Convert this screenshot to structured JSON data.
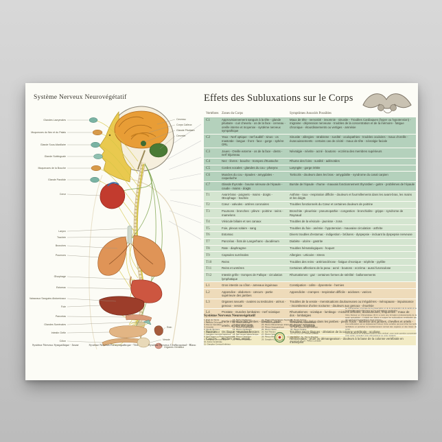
{
  "poster": {
    "left_title": "Système Nerveux Neurovégétatif",
    "right_title": "Effets des Subluxations sur le Corps",
    "table": {
      "headers": [
        "Vertèbres",
        "Zones du Corps",
        "Symptômes Associés Possibles"
      ],
      "rows": [
        {
          "vertebra": "C1",
          "group": "cervical",
          "zones": "Approvisionnement sanguin à la tête - glande pituitaire - cuir chevelu - os de la face - cerveau - oreille interne et moyenne - système nerveux sympathique",
          "symptoms": "Maux de tête - nervosité - insomnie - sinusite - Troubles Cardiaques (hyper ou hypotension) - migraine - dépression nerveuse - troubles de la concentration et de la mémoire - fatigue chronique - étourdissements ou vertiges - amnésie"
        },
        {
          "vertebra": "C2",
          "group": "cervical",
          "zones": "Yeux - Nerf optique - nerf auditif - sinus - os mastoïde - langue - front - face - gorge - sphère ORL",
          "symptoms": "Sinusite - allergies - strabisme - surdité - oculopathies - troubles oculaires - maux d'oreille - évanouissements - certains cas de cécité - maux de tête - névralgie faciale"
        },
        {
          "vertebra": "C3",
          "group": "cervical",
          "zones": "Joues - Oreille externe - os de la face - dents - nerf trijumeau",
          "symptoms": "Névralgie - névrite - acné - boutons - eczéma des membres supérieurs"
        },
        {
          "vertebra": "C4",
          "group": "cervical",
          "zones": "Nez - lèvres - bouche - trompes d'Eustache",
          "symptoms": "Rhume des foins - surdité - adénoïdes"
        },
        {
          "vertebra": "C5",
          "group": "cervical",
          "zones": "Cordes vocales - glandes du cou - pharynx",
          "symptoms": "Laryngite - gorge irritée"
        },
        {
          "vertebra": "C6",
          "group": "cervical",
          "zones": "Muscles du cou - épaules - amygdales - coqueluche",
          "symptoms": "Torticolis - douleurs dans les bras - amygdalite - syndrome du canal carpien"
        },
        {
          "vertebra": "C7",
          "group": "cervical",
          "zones": "Glande thyroïde - bourse séreuse de l'épaule - coude - mains - doigts",
          "symptoms": "Bursite de l'épaule - rhume - mauvais fonctionnement thyroïdien - goitre - problèmes de l'épaule"
        },
        {
          "vertebra": "T1",
          "group": "thoracic",
          "zones": "Avant-bras - poignets - mains - doigts - Œsophage - trachée",
          "symptoms": "Asthme - toux - respiration difficile - douleurs et fourmillements dans les avant-bras, les mains et les doigts"
        },
        {
          "vertebra": "T2",
          "group": "thoracic",
          "zones": "Cœur - valvules - artères coronaires",
          "symptoms": "Troubles fonctionnels du Cœur et certaines douleurs de poitrine"
        },
        {
          "vertebra": "T3",
          "group": "thoracic",
          "zones": "Poumons - bronches - plèvre - poitrine - seins - mamelons",
          "symptoms": "Bronchite - pleurésie - pneumopathie - congestion - bronchiolite - grippe - syndrome de Raynaud"
        },
        {
          "vertebra": "T4",
          "group": "thoracic",
          "zones": "Vésicule biliaire et ses canaux",
          "symptoms": "Troubles de la vésicule - jaunisse - zona"
        },
        {
          "vertebra": "T5",
          "group": "thoracic",
          "zones": "Foie, plexus solaire - sang",
          "symptoms": "Troubles du foie - anémie - hypotension - mauvaise circulation - arthrite"
        },
        {
          "vertebra": "T6",
          "group": "thoracic",
          "zones": "Estomac",
          "symptoms": "Divers troubles d'estomac - indigestion - brûlures - dyspepsie - incluant la dyspepsie nerveuse"
        },
        {
          "vertebra": "T7",
          "group": "thoracic",
          "zones": "Pancréas - îlots de Langerhans - duodénum",
          "symptoms": "Diabète - ulcère - gastrite"
        },
        {
          "vertebra": "T8",
          "group": "thoracic",
          "zones": "Rate - diaphragme",
          "symptoms": "Troubles hématologiques - hoquet"
        },
        {
          "vertebra": "T9",
          "group": "thoracic",
          "zones": "Capsules surrénales",
          "symptoms": "Allergies - urticaire - stress"
        },
        {
          "vertebra": "T10",
          "group": "thoracic",
          "zones": "Reins",
          "symptoms": "Troubles des reins - artériosclérose - fatigue chronique - néphrite - pyélite"
        },
        {
          "vertebra": "T11",
          "group": "thoracic",
          "zones": "Reins et uretères",
          "symptoms": "Certaines affections de la peau : acné - boutons - eczéma - aussi furonculose"
        },
        {
          "vertebra": "T12",
          "group": "thoracic",
          "zones": "Intestin grêle - trompes de Fallope - circulation lymphatique",
          "symptoms": "Rhumatismes - gaz - certaines formes de stérilité - ballonnements"
        },
        {
          "vertebra": "L1",
          "group": "lumbar",
          "zones": "Gros intestin ou côlon - anneaux inguinaux",
          "symptoms": "Constipation - colite - dysenterie - hernies"
        },
        {
          "vertebra": "L2",
          "group": "lumbar",
          "zones": "Appendice - abdomen - cæcum - partie supérieure des jambes",
          "symptoms": "Appendicite - crampes - respiration difficile - acidoses - varices"
        },
        {
          "vertebra": "L3",
          "group": "lumbar",
          "zones": "Organes sexuels - ovaires ou testicules - utérus - genoux - vessie",
          "symptoms": "Troubles de la vessie - menstruations douloureuses ou irrégulières - ménopause - impuissance - incontinence d'urine nocturne - douleurs aux genoux - énurésie"
        },
        {
          "vertebra": "L4",
          "group": "lumbar",
          "zones": "Prostate - muscles lombaires - nerf sciatique",
          "symptoms": "Rhumatismes - sciatique - lumbago - mictions difficiles, douloureuses, fréquentes - maux de dos - lombalgies"
        },
        {
          "vertebra": "L5",
          "group": "lumbar",
          "zones": "Partie inférieure des jambes - chevilles, pieds, orteils, arches des pieds",
          "symptoms": "Mauvaise circulation dans les jambes - pieds froids - faiblesse des jambes, chevilles et orteils - crampes - sciatique"
        },
        {
          "vertebra": "Sacrum",
          "group": "sacral",
          "zones": "Os iliaque - muscles fessiers",
          "symptoms": "Troubles sacro-iliaques - déviation de la colonne vertébrale - scoliose"
        },
        {
          "vertebra": "Coccyx",
          "group": "sacral",
          "zones": "Rectum, anus, vessie",
          "symptoms": "Hémorroïdes - prurit ou démangeaison - douleurs à la base de la colonne vertébrale en s'asseyant"
        }
      ]
    },
    "anatomy_labels": [
      "Glandes Lacrymales",
      "Muqueuses du Nez et du Palais",
      "Glande Sous-Maxillaire",
      "Glande Sublinguale",
      "Muqueuses de la Bouche",
      "Glande Parotide",
      "Cœur",
      "Larynx",
      "Trachée",
      "Bronches",
      "Poumons",
      "Œsophage",
      "Estomac",
      "Vaisseaux Sanguins Abdominaux",
      "Foie",
      "Pancréas",
      "Glandes Surrénales",
      "Intestin Grêle",
      "Côlon"
    ],
    "anatomy_labels_right": [
      "Rein",
      "Vessie",
      "Organes Génitaux"
    ],
    "head_labels": [
      "Cerveau",
      "Corps Calleux",
      "Glande Pituitaire",
      "Cervelet"
    ],
    "nerve_legend": {
      "title": "Système Nerveux Neurovégétatif",
      "items": [
        "Pont de Varole",
        "Medulla Oblongata",
        "Plexus Carotidien",
        "Cervelet",
        "Moelle Épinière",
        "Plexus Cervical",
        "Ganglion Cervical Supérieur",
        "Nerf Vague ou Pneumogastrique",
        "Ganglion Cervical Moyen",
        "Artère Vertébrale",
        "Ganglion Cervical Inférieur",
        "Nerfs Cardiaques",
        "Plexus Brachial",
        "Plexus Pulmonaire",
        "Plexus Œsophagien",
        "Plexus Cardiaque",
        "Plexus Coronaire",
        "Nerf Grand Splanchnique",
        "Plexus Gastrique",
        "Plexus Hépatique",
        "Plexus Mésentérique Supérieur",
        "Plexus Lombaire",
        "Plexus Mésentérique Inférieur",
        "Plexus Hypogastrique",
        "Plexus Sacré",
        "Nerf Pelvien",
        "Plexus Vésical",
        "Plexus Rénal",
        "Ganglion Cœliaque",
        "Moelle Sacrée",
        "Grand Nerf Splanchnique",
        "Petit Nerf Splanchnique",
        "Nerf Splanchnique Inférieur",
        "Plexus Solaire"
      ],
      "plexus_groups": [
        "C1, C2, C3, C4 : Plexus Cervical",
        "C5, C6, C7, T1 : Plexus Brachial",
        "L1, L2, L3, L4, L5 : Plexus Lombaire"
      ]
    },
    "fine_print": [
      "Le Chiropracteur s'occupe de la préservation et de la récupération de la santé et se focalise plus particulièrement sur les subluxations vertébrales.",
      "Votre Docteur en Chiropratique (D.C.) a suivi une formation professionnelle de la santé spécialisée ; il établit ses bilans et soigne les subluxations vertébrales par des ajustements spécifiques de la colonne.",
      "Une subluxation est un déplacement mineur d'une vertèbre qui peut irriter les nerfs rachidiens et perturber le fonctionnement normal des organes et des tissus du corps.",
      "Ces indications ne remplacent pas un avis médical ; pour toute question concernant votre santé, consultez votre chiropracteur ou votre médecin."
    ],
    "copyright_text": "Copyright",
    "color_key": [
      "Système Nerveux Sympathique - Jaune",
      "Système Nerveux Parasympathique - Vert",
      "Système Nerveux Cérébrospinal - Blanc"
    ],
    "colors": {
      "cervical": "#b4d1bc",
      "thoracic": "#d4e5d0",
      "lumbar": "#eedbba",
      "sacral": "#f2ebc5",
      "sympathetic_yellow": "#d5c544",
      "parasympathetic_green": "#7ca24b",
      "brain_orange": "#e89d36",
      "face_yellow": "#e9c94f"
    }
  }
}
